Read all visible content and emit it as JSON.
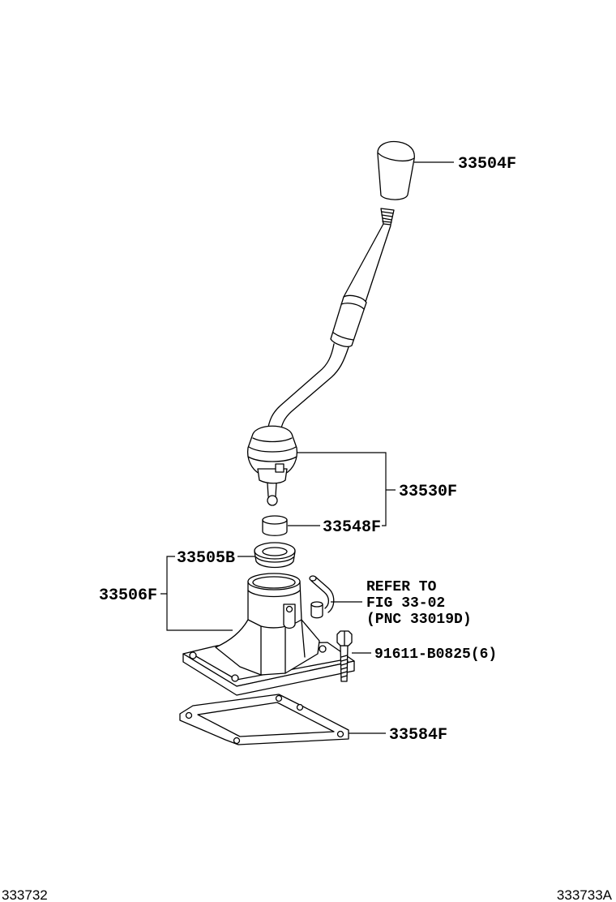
{
  "callouts": {
    "knob": "33504F",
    "lever": "33530F",
    "bushing": "33548F",
    "seal": "33505B",
    "housing": "33506F",
    "bolt": "91611-B0825(6)",
    "gasket": "33584F"
  },
  "reference": {
    "line1": "REFER TO",
    "line2": "FIG 33-02",
    "line3": "(PNC 33019D)"
  },
  "footer": {
    "left_code": "333732",
    "right_code": "333733A"
  }
}
